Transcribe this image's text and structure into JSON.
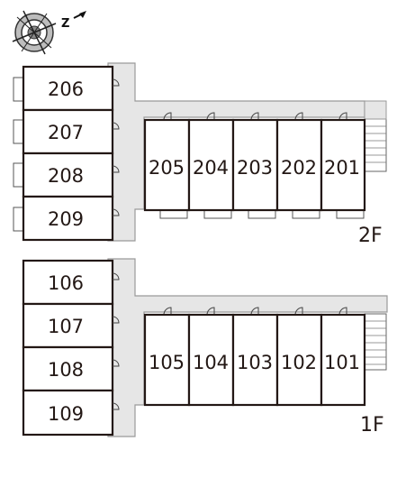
{
  "compass": {
    "label": "Z"
  },
  "floor2": {
    "label": "2F",
    "left_units": [
      "206",
      "207",
      "208",
      "209"
    ],
    "right_units": [
      "205",
      "204",
      "203",
      "202",
      "201"
    ]
  },
  "floor1": {
    "label": "1F",
    "left_units": [
      "106",
      "107",
      "108",
      "109"
    ],
    "right_units": [
      "105",
      "104",
      "103",
      "102",
      "101"
    ]
  }
}
